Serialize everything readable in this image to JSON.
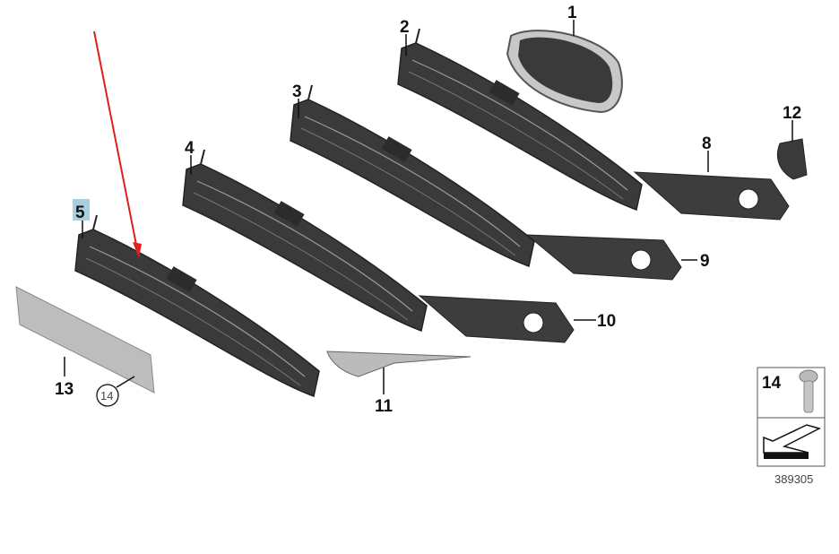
{
  "diagram": {
    "part_labels": {
      "p1": "1",
      "p2": "2",
      "p3": "3",
      "p4": "4",
      "p5": "5",
      "p8": "8",
      "p9": "9",
      "p10": "10",
      "p11": "11",
      "p12": "12",
      "p13": "13",
      "p14_circled": "14"
    },
    "highlighted_part": "5",
    "highlight_color": "#a8cfe0",
    "arrow_color": "#e0201c",
    "legend": {
      "part": "14",
      "icon": "screw-icon",
      "direction_icon": "arrow-icon"
    },
    "drawing_number": "389305"
  }
}
